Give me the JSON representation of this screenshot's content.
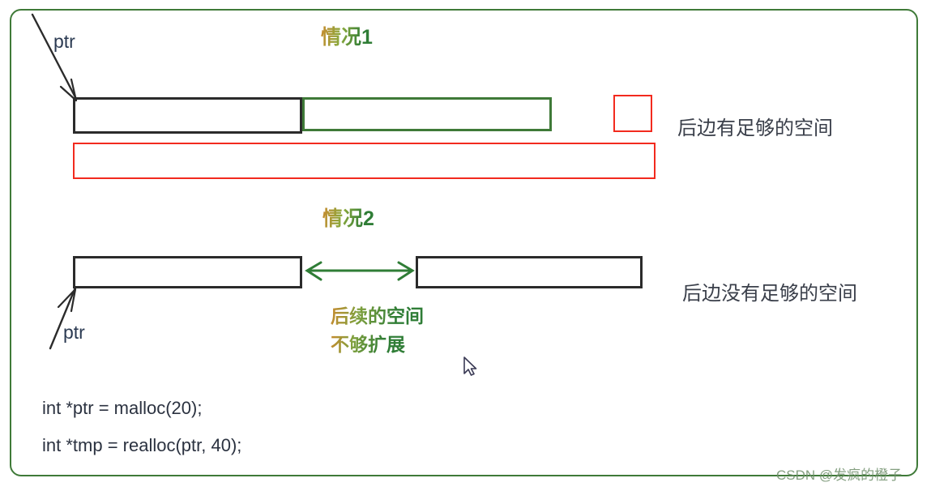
{
  "diagram": {
    "frame_color": "#3f7a38",
    "case1": {
      "title": "情况1",
      "pointer_label": "ptr",
      "right_note": "后边有足够的空间"
    },
    "case2": {
      "title": "情况2",
      "pointer_label": "ptr",
      "gap_note_line1": "后续的空间",
      "gap_note_line2": "不够扩展",
      "right_note": "后边没有足够的空间"
    },
    "code": {
      "line1": "int *ptr = malloc(20);",
      "line2": "int *tmp = realloc(ptr, 40);"
    },
    "watermark": "CSDN @发疯的橙子",
    "colors": {
      "black_box": "#2b2b2b",
      "green_box": "#3f7a38",
      "red_box": "#f22a1e",
      "green_text": "#2f7d36",
      "dark_text": "#3a3f4a"
    }
  }
}
